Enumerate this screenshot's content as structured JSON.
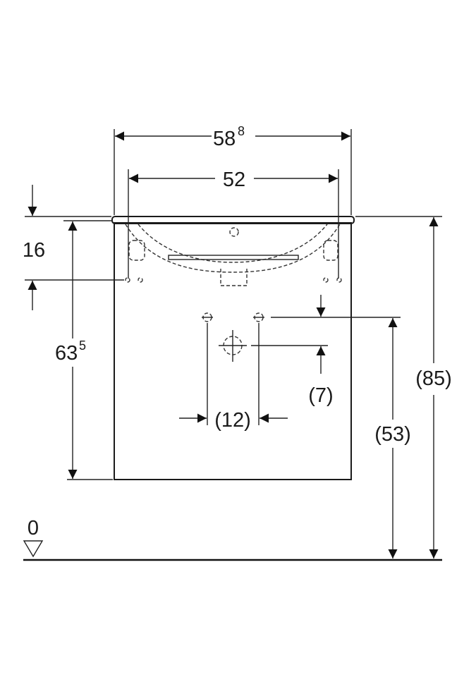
{
  "drawing": {
    "width_outer": {
      "main": "58",
      "sup": "8"
    },
    "width_basin": "52",
    "top_thickness": "16",
    "cabinet_height": {
      "main": "63",
      "sup": "5"
    },
    "overall_height": "(85)",
    "supply_height": "(53)",
    "drain_offset": "(7)",
    "supply_spacing": "(12)",
    "floor_level": "0"
  }
}
